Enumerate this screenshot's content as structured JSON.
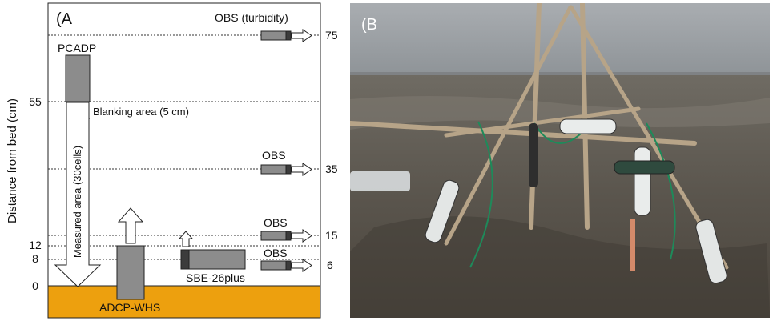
{
  "panel_a": {
    "label": "(A",
    "y_axis_title": "Distance from bed (cm)",
    "y_ticks": [
      "0",
      "8",
      "12",
      "55"
    ],
    "right_ticks": [
      "75",
      "35",
      "15",
      "6"
    ],
    "obs_turbidity": "OBS (turbidity)",
    "obs_35": "OBS",
    "obs_15": "OBS",
    "obs_6": "OBS",
    "pcadp": "PCADP",
    "blanking": "Blanking area (5 cm)",
    "measured": "Measured area (30cells)",
    "sbe": "SBE-26plus",
    "adcp": "ADCP-WHS"
  },
  "panel_b": {
    "label": "(B"
  },
  "colors": {
    "bed": "#eda00e",
    "instrument": "#8c8c8c",
    "instrument_dark": "#3c3c3c",
    "sky": "#9ea3a7",
    "mud": "#5a554d"
  }
}
